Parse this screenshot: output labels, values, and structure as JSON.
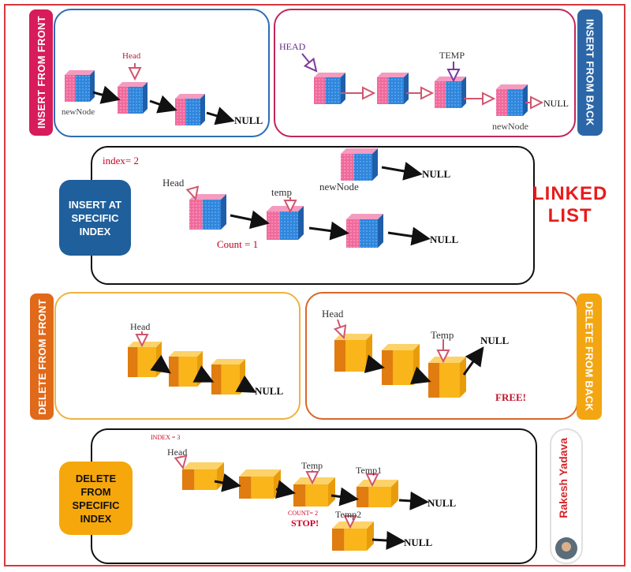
{
  "title": {
    "line1": "LINKED",
    "line2": "LIST"
  },
  "author": "Rakesh Yadava",
  "colors": {
    "frame": "#d6383c",
    "insert_front": "#d71b5b",
    "insert_back": "#2b67a8",
    "insert_index": "#1f5f9c",
    "delete_front": "#e0691a",
    "delete_back": "#f3a612",
    "delete_index": "#f5a70c"
  },
  "insert_front": {
    "tab": "INSERT FROM FRONT",
    "labels": {
      "head": "Head",
      "new_node": "newNode",
      "null": "NULL"
    }
  },
  "insert_back": {
    "tab": "INSERT FROM BACK",
    "labels": {
      "head": "HEAD",
      "temp": "TEMP",
      "new_node": "newNode",
      "null": "NULL"
    }
  },
  "insert_index": {
    "badge": "INSERT AT SPECIFIC INDEX",
    "labels": {
      "index": "index= 2",
      "head": "Head",
      "temp": "temp",
      "count": "Count = 1",
      "new_node": "newNode",
      "null_top": "NULL",
      "null_bottom": "NULL"
    }
  },
  "delete_front": {
    "tab": "DELETE FROM FRONT",
    "labels": {
      "head": "Head",
      "null": "NULL"
    }
  },
  "delete_back": {
    "tab": "DELETE FROM BACK",
    "labels": {
      "head": "Head",
      "temp": "Temp",
      "null": "NULL",
      "free": "FREE!"
    }
  },
  "delete_index": {
    "badge": "DELETE FROM SPECIFIC INDEX",
    "labels": {
      "index": "INDEX = 3",
      "head": "Head",
      "temp": "Temp",
      "temp1": "Temp1",
      "temp2": "Temp2",
      "count": "COUNT= 2",
      "stop": "STOP!",
      "null_top": "NULL",
      "null_bottom": "NULL"
    }
  }
}
